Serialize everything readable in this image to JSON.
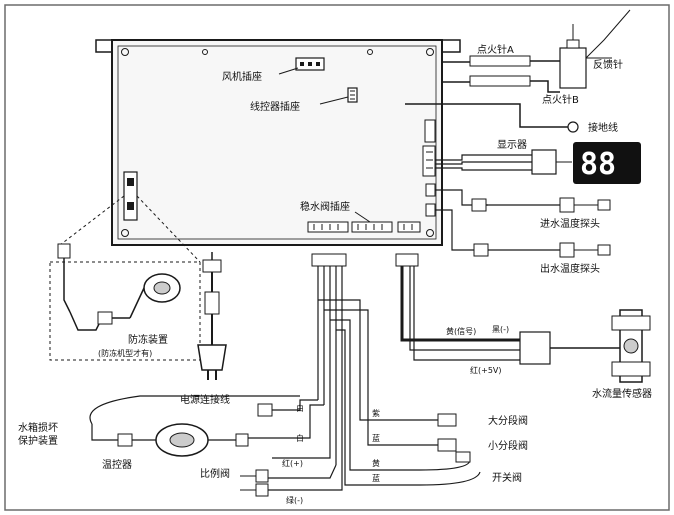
{
  "labels": {
    "fan_socket": "风机插座",
    "transformer_socket": "线控器插座",
    "ignition_a": "点火针A",
    "ignition_b": "点火针B",
    "feedback_needle": "反馈针",
    "ground_wire": "接地线",
    "display": "显示器",
    "inlet_probe": "进水温度探头",
    "outlet_probe": "出水温度探头",
    "water_valve_socket": "稳水阀插座",
    "antifreeze": "防冻装置",
    "antifreeze_note": "(防冻机型才有)",
    "power_cable": "电源连接线",
    "water_box_protect_1": "水箱损坏",
    "water_box_protect_2": "保护装置",
    "thermostat": "温控器",
    "proportional_valve": "比例阀",
    "big_valve": "大分段阀",
    "small_valve": "小分段阀",
    "switch_valve": "开关阀",
    "flow_sensor": "水流量传感器",
    "display_digits": "88"
  },
  "wire_labels": {
    "signal_yellow": "黄(信号)",
    "black_neg": "黑(-)",
    "red_5v": "红(+5V)",
    "white_1": "白",
    "white_2": "白",
    "purple": "紫",
    "blue_1": "蓝",
    "yellow": "黄",
    "blue_2": "蓝",
    "red_pos": "红(+)",
    "green_neg": "绿(-)"
  },
  "colors": {
    "line": "#1a1a1a",
    "board_fill": "#f7f7f7",
    "display_bg": "#111111",
    "frame": "#6b6b6b"
  }
}
